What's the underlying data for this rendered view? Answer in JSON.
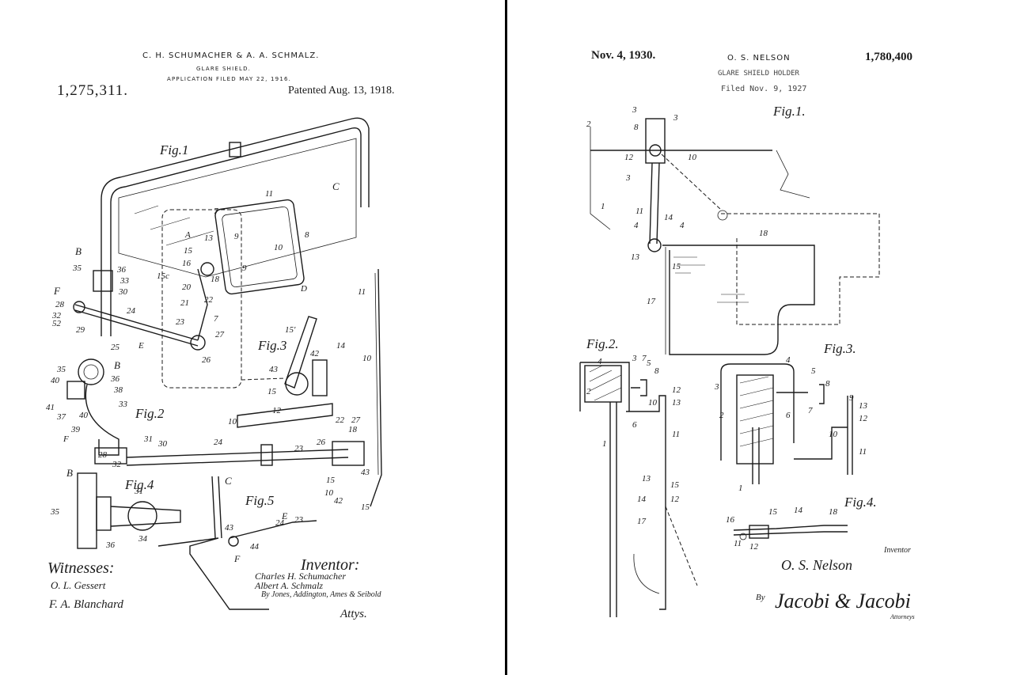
{
  "left_patent": {
    "inventors": "C. H. SCHUMACHER & A. A. SCHMALZ.",
    "title": "GLARE SHIELD.",
    "filed": "APPLICATION FILED MAY 22, 1916.",
    "number": "1,275,311.",
    "patented": "Patented Aug. 13, 1918.",
    "fig_labels": [
      "Fig.1",
      "Fig.2",
      "Fig.3",
      "Fig.4",
      "Fig.5"
    ],
    "witnesses_heading": "Witnesses:",
    "witness_signatures": [
      "O. L. Gessert",
      "F. A. Blanchard"
    ],
    "inventor_heading": "Inventor:",
    "inventor_signatures": [
      "Charles H. Schumacher",
      "Albert A. Schmalz"
    ],
    "attorney_line": "By Jones, Addington, Ames & Seibold",
    "attys": "Attys."
  },
  "right_patent": {
    "date": "Nov. 4, 1930.",
    "inventor": "O. S. NELSON",
    "number": "1,780,400",
    "title": "GLARE SHIELD HOLDER",
    "filed": "Filed Nov. 9, 1927",
    "fig_labels": [
      "Fig.1.",
      "Fig.2.",
      "Fig.3.",
      "Fig.4."
    ],
    "inventor_caption": "Inventor",
    "inventor_signature": "O. S. Nelson",
    "by": "By",
    "attorney_signature": "Jacobi & Jacobi",
    "attorneys_caption": "Attorneys"
  }
}
